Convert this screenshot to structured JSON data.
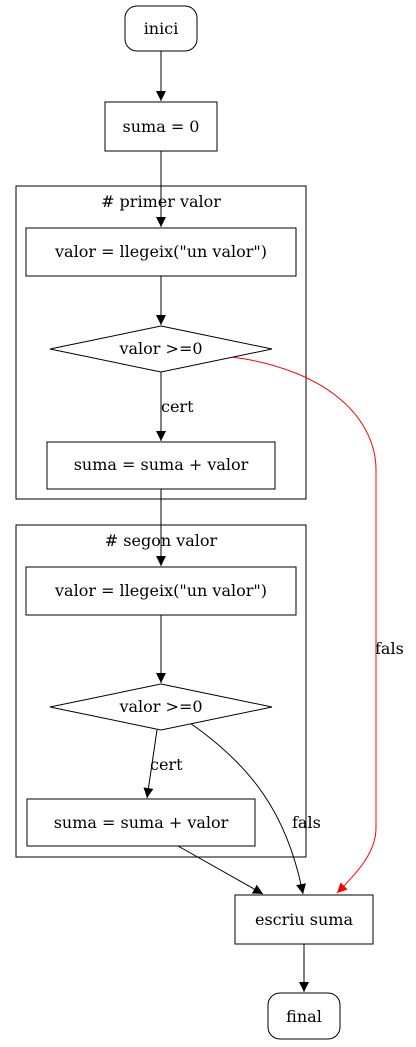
{
  "nodes": {
    "start": "inici",
    "init_sum": "suma = 0",
    "read_first": "valor = llegeix(\"un valor\")",
    "check_first": "valor >=0",
    "add_first": "suma = suma + valor",
    "read_second": "valor = llegeix(\"un valor\")",
    "check_second": "valor >=0",
    "add_second": "suma = suma + valor",
    "write_sum": "escriu suma",
    "end": "final"
  },
  "clusters": {
    "first": "# primer valor",
    "second": "# segon valor"
  },
  "edge_labels": {
    "first_true": "cert",
    "first_false": "fals",
    "second_true": "cert",
    "second_false": "fals"
  },
  "colors": {
    "stroke": "#000000",
    "false_branch_first": "#ff0000"
  }
}
